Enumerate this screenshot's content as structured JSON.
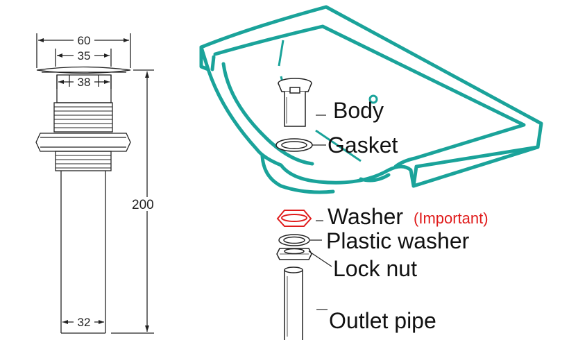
{
  "dimensions": {
    "top_width": "60",
    "inner_width": "35",
    "throat_width": "38",
    "height": "200",
    "pipe_width": "32"
  },
  "labels": {
    "body": "Body",
    "gasket": "Gasket",
    "washer": "Washer",
    "washer_note": "(Important)",
    "plastic_washer": "Plastic washer",
    "lock_nut": "Lock nut",
    "outlet_pipe": "Outlet pipe"
  },
  "colors": {
    "basin": "#1aa39a",
    "washer": "#e01b1b",
    "note": "#e01b1b",
    "line": "#222222"
  }
}
